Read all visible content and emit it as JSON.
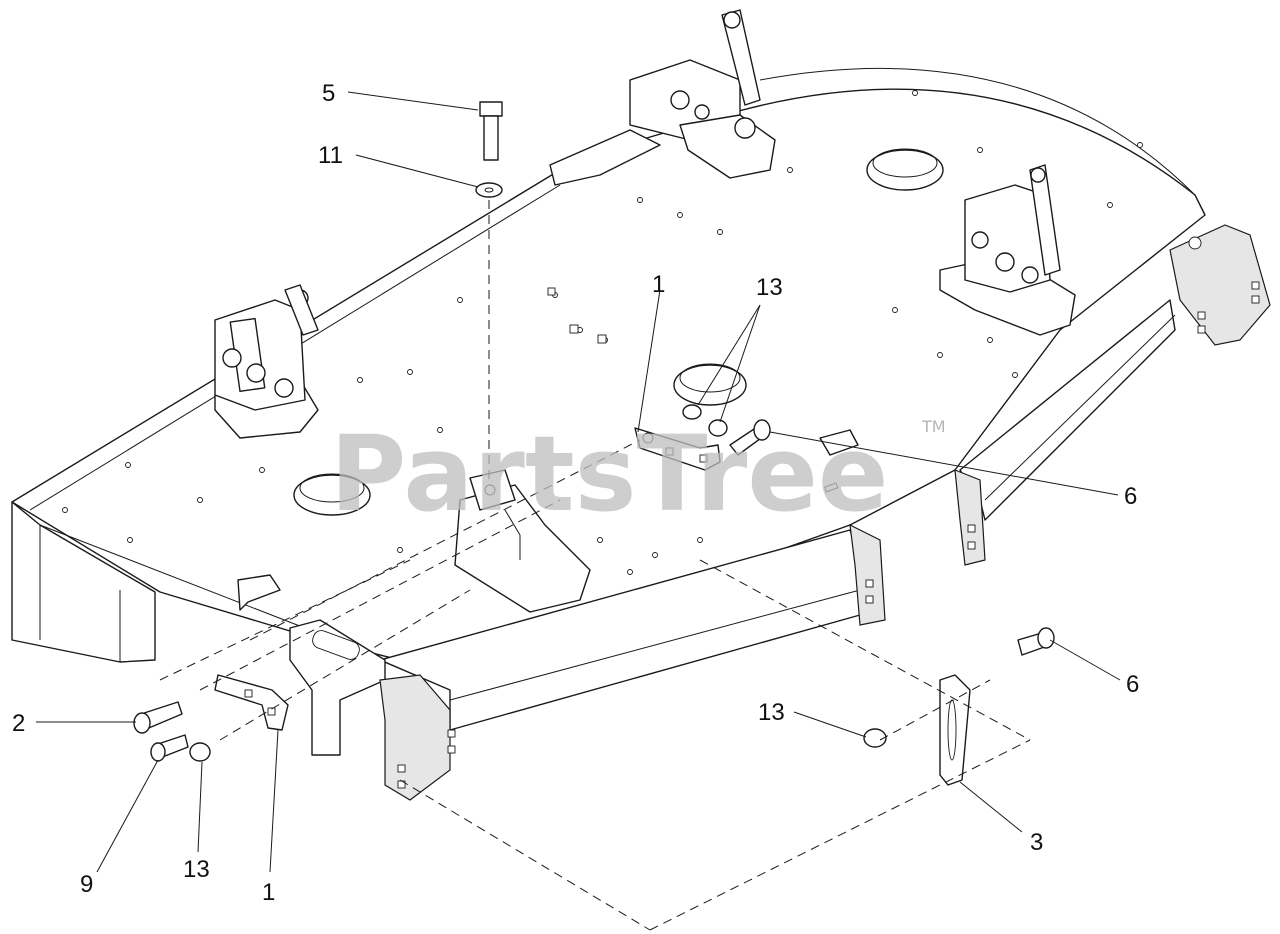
{
  "watermark": {
    "text": "PartsTree",
    "trademark": "TM",
    "color": "#bdbdbd"
  },
  "callouts": [
    {
      "id": "c5",
      "label": "5"
    },
    {
      "id": "c11",
      "label": "11"
    },
    {
      "id": "c1-top",
      "label": "1"
    },
    {
      "id": "c13-top",
      "label": "13"
    },
    {
      "id": "c6-right",
      "label": "6"
    },
    {
      "id": "c6-lower",
      "label": "6"
    },
    {
      "id": "c13-right",
      "label": "13"
    },
    {
      "id": "c3",
      "label": "3"
    },
    {
      "id": "c2",
      "label": "2"
    },
    {
      "id": "c9",
      "label": "9"
    },
    {
      "id": "c13-left",
      "label": "13"
    },
    {
      "id": "c1-bottom",
      "label": "1"
    }
  ],
  "colors": {
    "line": "#1a1a1a",
    "background": "#ffffff",
    "watermark": "#bdbdbd"
  }
}
